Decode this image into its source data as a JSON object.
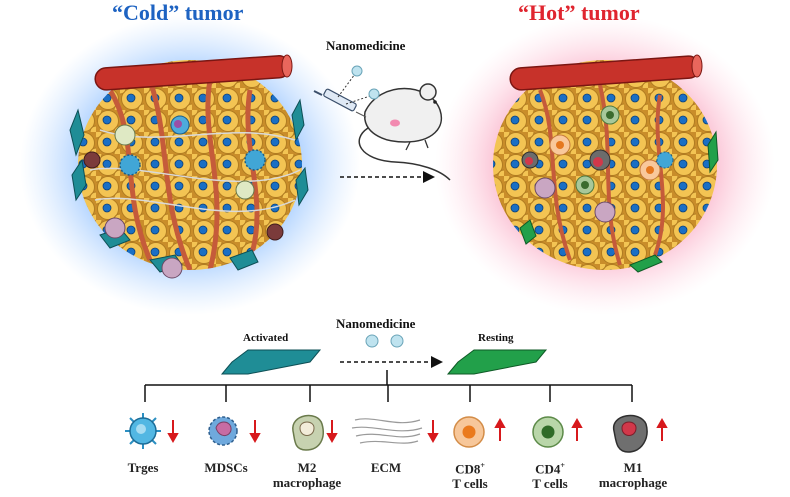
{
  "titles": {
    "cold": "“Cold” tumor",
    "hot": "“Hot” tumor"
  },
  "top_arrow": {
    "label": "Nanomedicine"
  },
  "bottom_flow": {
    "left_label": "Activated",
    "middle_label": "Nanomedicine",
    "right_label": "Resting"
  },
  "legend": [
    {
      "name": "Trges",
      "sup": "",
      "line2": "",
      "trend": "down",
      "icon": "treg-spiky-cell-icon"
    },
    {
      "name": "MDSCs",
      "sup": "",
      "line2": "",
      "trend": "down",
      "icon": "mdsc-cell-icon"
    },
    {
      "name": "M2",
      "sup": "",
      "line2": "macrophage",
      "trend": "down",
      "icon": "m2-macrophage-icon"
    },
    {
      "name": "ECM",
      "sup": "",
      "line2": "",
      "trend": "down",
      "icon": "ecm-fibers-icon"
    },
    {
      "name": "CD8",
      "sup": "+",
      "line2": "T cells",
      "trend": "up",
      "icon": "cd8-tcell-icon"
    },
    {
      "name": "CD4",
      "sup": "+",
      "line2": "T cells",
      "trend": "up",
      "icon": "cd4-tcell-icon"
    },
    {
      "name": "M1",
      "sup": "",
      "line2": "macrophage",
      "trend": "up",
      "icon": "m1-macrophage-icon"
    }
  ],
  "colors": {
    "cold_glow": "#1e6fe8",
    "hot_glow": "#e8457a",
    "tumor_cell": "#f2c14a",
    "vessel": "#c7322a",
    "activated_caf": "#1f8d96",
    "resting_caf": "#22a04a",
    "trend_arrow": "#d7191c"
  }
}
